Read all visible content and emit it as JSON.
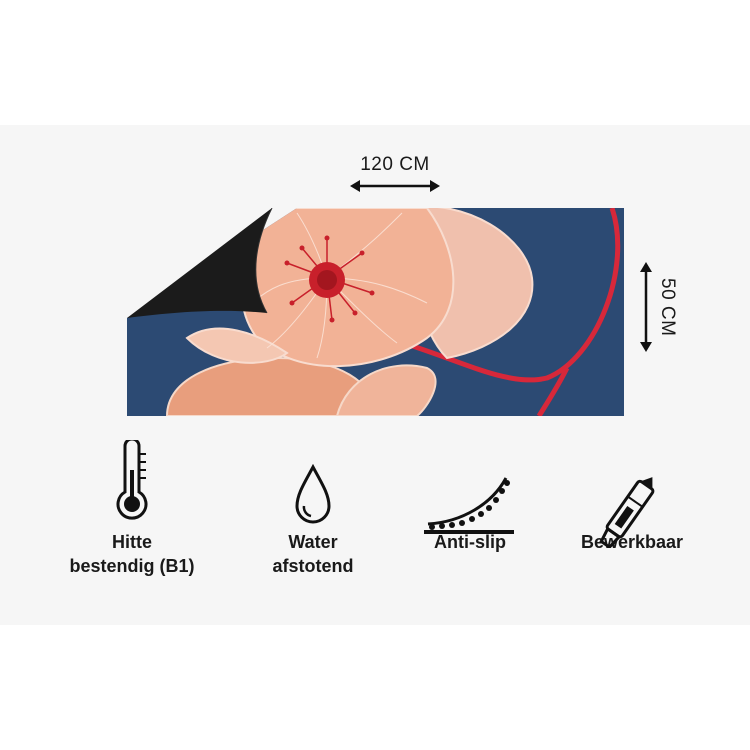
{
  "dimensions": {
    "width_label": "120 CM",
    "height_label": "50 CM"
  },
  "product": {
    "image_icon": "poppy-flower-mat-image",
    "colors": {
      "background": "#2c4a73",
      "petal": "#e89e7d",
      "petal_light": "#f6c9b5",
      "center": "#c8202b",
      "stem": "#d7283a",
      "backside": "#1b1b1b"
    }
  },
  "features": [
    {
      "icon": "thermometer-icon",
      "line1": "Hitte",
      "line2": "bestendig (B1)"
    },
    {
      "icon": "water-drop-icon",
      "line1": "Water",
      "line2": "afstotend"
    },
    {
      "icon": "anti-slip-icon",
      "line1": "Anti-slip",
      "line2": ""
    },
    {
      "icon": "utility-knife-icon",
      "line1": "Bewerkbaar",
      "line2": ""
    }
  ]
}
